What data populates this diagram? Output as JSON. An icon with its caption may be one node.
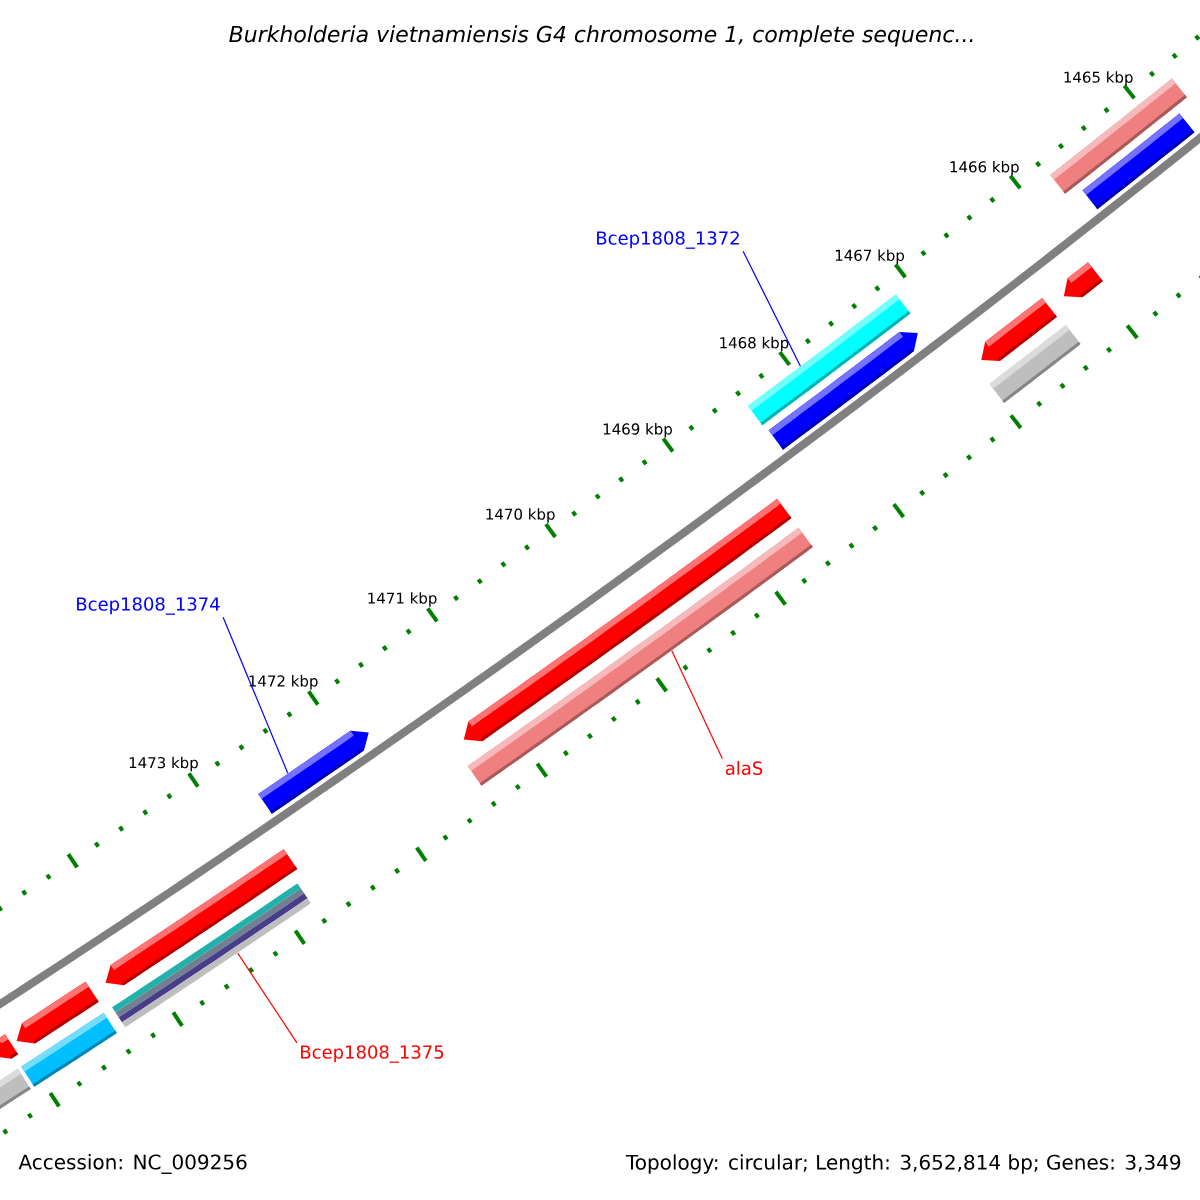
{
  "diagram": {
    "title": "Burkholderia vietnamiensis G4 chromosome 1, complete sequenc...",
    "nodes": [
      {
        "text": [
          "Bcep1808_1372"
        ]
      },
      {
        "text": [],
        "shape": "bar"
      },
      {
        "text": [
          "Bcep1808_1374"
        ]
      },
      {
        "text": [],
        "shape": "bar"
      },
      {
        "text": [
          "alaS"
        ]
      },
      {
        "text": [],
        "shape": "bar"
      },
      {
        "text": [
          "Bcep1808_1375"
        ]
      },
      {
        "text": [],
        "shape": "bar"
      },
      {
        "text": [],
        "shape": "bar"
      },
      {
        "text": [],
        "shape": "bar"
      },
      {
        "text": [],
        "shape": "bar"
      },
      {
        "text": [],
        "shape": "bar"
      },
      {
        "text": [],
        "shape": "bar"
      },
      {
        "text": [],
        "shape": "bar"
      },
      {
        "text": [],
        "shape": "bar"
      },
      {
        "text": [],
        "shape": "bar"
      },
      {
        "text": [],
        "shape": "bar"
      },
      {
        "text": [],
        "shape": "bar"
      },
      {
        "text": [],
        "shape": "bar"
      },
      {
        "text": [],
        "shape": "bar"
      }
    ],
    "edges": [
      {
        "from": 0,
        "to": 1,
        "arrow": "none",
        "color": "#0000ff"
      },
      {
        "from": 2,
        "to": 3,
        "arrow": "none",
        "color": "#0000ff"
      },
      {
        "from": 4,
        "to": 5,
        "arrow": "none",
        "color": "#ff0000"
      },
      {
        "from": 6,
        "to": 7,
        "arrow": "none",
        "color": "#ff0000"
      }
    ],
    "labels": [
      "1465 kbp",
      "1466 kbp",
      "1467 kbp",
      "1468 kbp",
      "1469 kbp",
      "1470 kbp",
      "1471 kbp",
      "1472 kbp",
      "1473 kbp",
      "Accession: NC_009256",
      "Topology: circular; Length: 3,652,814 bp; Genes: 3,349"
    ]
  }
}
